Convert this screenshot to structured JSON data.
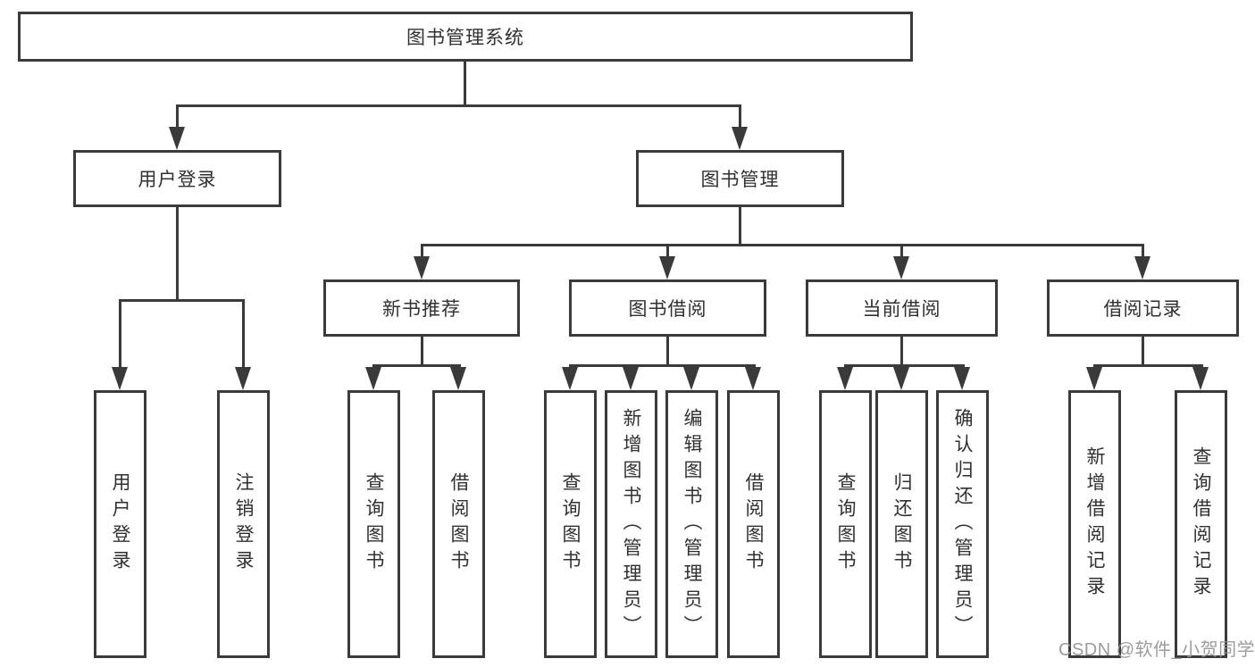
{
  "diagram": {
    "title": "图书管理系统",
    "level2": [
      {
        "label": "用户登录"
      },
      {
        "label": "图书管理"
      }
    ],
    "level3": [
      {
        "label": "新书推荐"
      },
      {
        "label": "图书借阅"
      },
      {
        "label": "当前借阅"
      },
      {
        "label": "借阅记录"
      }
    ],
    "leaves": [
      {
        "label": "用户登录"
      },
      {
        "label": "注销登录"
      },
      {
        "label": "查询图书"
      },
      {
        "label": "借阅图书"
      },
      {
        "label": "查询图书"
      },
      {
        "label": "新增图书（管理员）"
      },
      {
        "label": "编辑图书（管理员）"
      },
      {
        "label": "借阅图书"
      },
      {
        "label": "查询图书"
      },
      {
        "label": "归还图书"
      },
      {
        "label": "确认归还（管理员）"
      },
      {
        "label": "新增借阅记录"
      },
      {
        "label": "查询借阅记录"
      }
    ]
  },
  "watermark": {
    "text": "CSDN @软件_小贺同学"
  },
  "colors": {
    "line": "#3a3a3a",
    "text": "#303030",
    "watermark": "#949494",
    "background": "#ffffff"
  }
}
